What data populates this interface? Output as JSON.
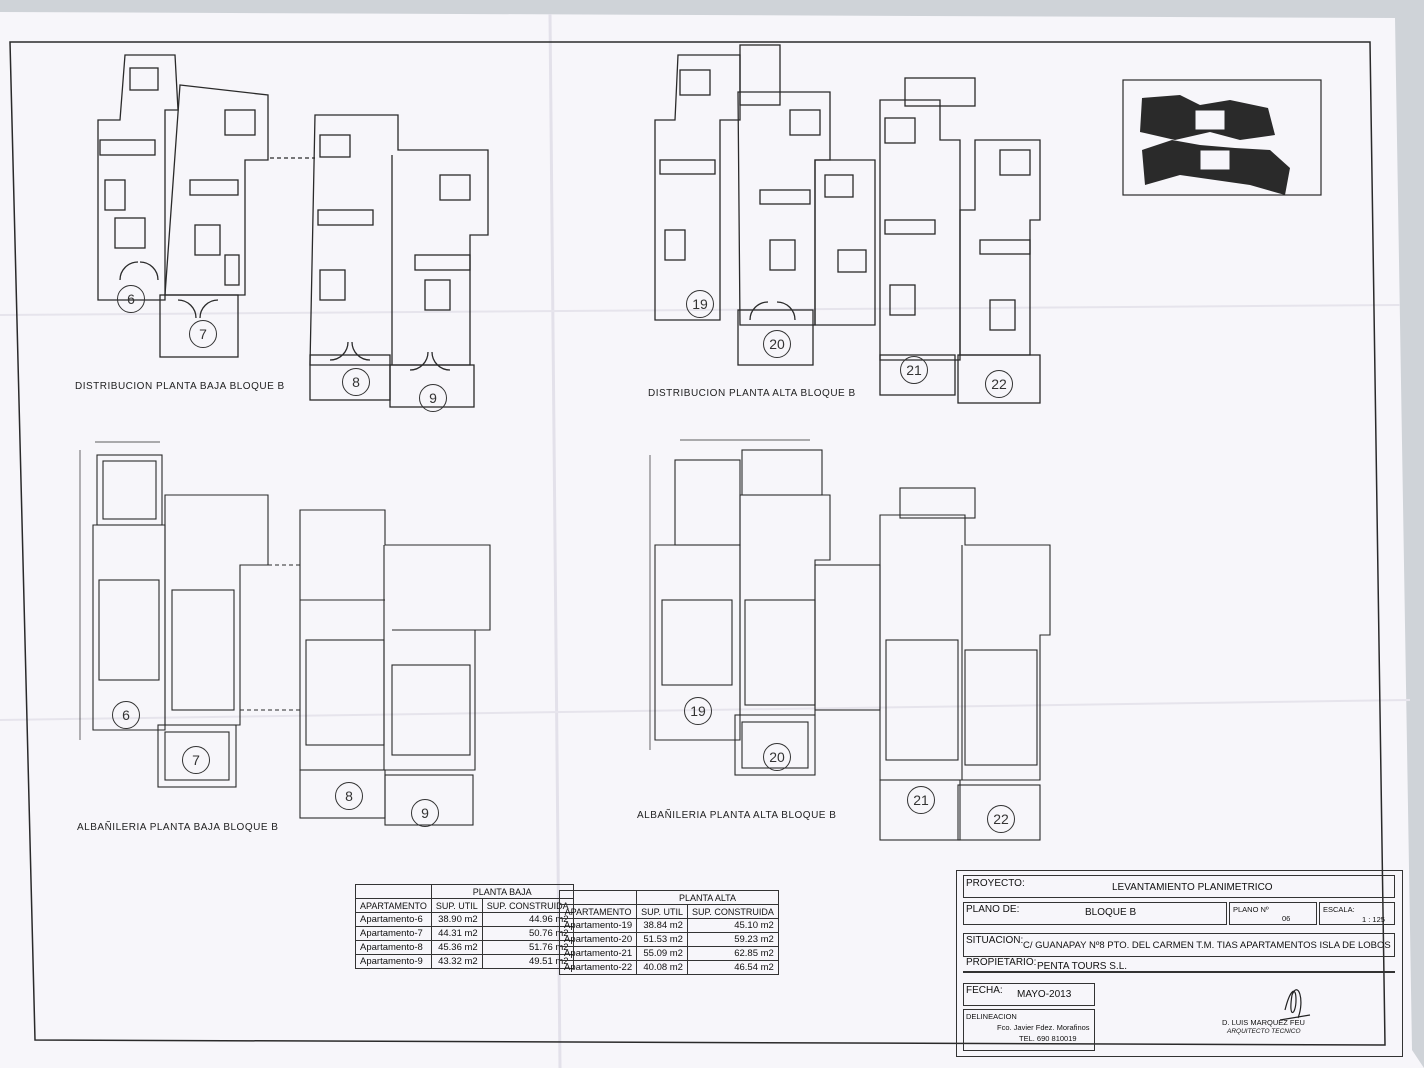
{
  "plans": {
    "dist_baja": "DISTRIBUCION PLANTA BAJA BLOQUE B",
    "dist_alta": "DISTRIBUCION PLANTA ALTA BLOQUE B",
    "alb_baja": "ALBAÑILERIA PLANTA BAJA BLOQUE B",
    "alb_alta": "ALBAÑILERIA PLANTA ALTA BLOQUE B"
  },
  "apartment_numbers": {
    "baja": [
      "6",
      "7",
      "8",
      "9"
    ],
    "alta": [
      "19",
      "20",
      "21",
      "22"
    ]
  },
  "tables": {
    "baja": {
      "title": "PLANTA BAJA",
      "col1": "APARTAMENTO",
      "col2": "SUP. UTIL",
      "col3": "SUP. CONSTRUIDA",
      "rows": [
        [
          "Apartamento-6",
          "38.90 m2",
          "44.96 m2"
        ],
        [
          "Apartamento-7",
          "44.31 m2",
          "50.76 m2"
        ],
        [
          "Apartamento-8",
          "45.36 m2",
          "51.76 m2"
        ],
        [
          "Apartamento-9",
          "43.32 m2",
          "49.51 m2"
        ]
      ]
    },
    "alta": {
      "title": "PLANTA ALTA",
      "col1": "APARTAMENTO",
      "col2": "SUP. UTIL",
      "col3": "SUP. CONSTRUIDA",
      "rows": [
        [
          "Apartamento-19",
          "38.84 m2",
          "45.10 m2"
        ],
        [
          "Apartamento-20",
          "51.53 m2",
          "59.23 m2"
        ],
        [
          "Apartamento-21",
          "55.09 m2",
          "62.85 m2"
        ],
        [
          "Apartamento-22",
          "40.08 m2",
          "46.54 m2"
        ]
      ]
    }
  },
  "title_block": {
    "proyecto_label": "PROYECTO:",
    "proyecto": "LEVANTAMIENTO PLANIMETRICO",
    "plano_de_label": "PLANO DE:",
    "plano_de": "BLOQUE B",
    "plano_n_label": "PLANO Nº",
    "plano_n": "06",
    "escala_label": "ESCALA:",
    "escala": "1 : 125",
    "situacion_label": "SITUACION:",
    "situacion": "C/ GUANAPAY Nº8 PTO. DEL CARMEN T.M. TIAS APARTAMENTOS ISLA DE LOBOS",
    "propietario_label": "PROPIETARIO:",
    "propietario": "PENTA TOURS S.L.",
    "fecha_label": "FECHA:",
    "fecha": "MAYO-2013",
    "delineacion_label": "DELINEACION",
    "delineante": "Fco. Javier Fdez. Morafinos",
    "telefono": "TEL. 690 810019",
    "arquitecto": "D. LUIS MARQUEZ FEU",
    "arquitecto_titulo": "ARQUITECTO TECNICO"
  },
  "colors": {
    "paper": "#f7f6fa",
    "ink": "#2a2a2a",
    "background": "#cfd3d8"
  }
}
